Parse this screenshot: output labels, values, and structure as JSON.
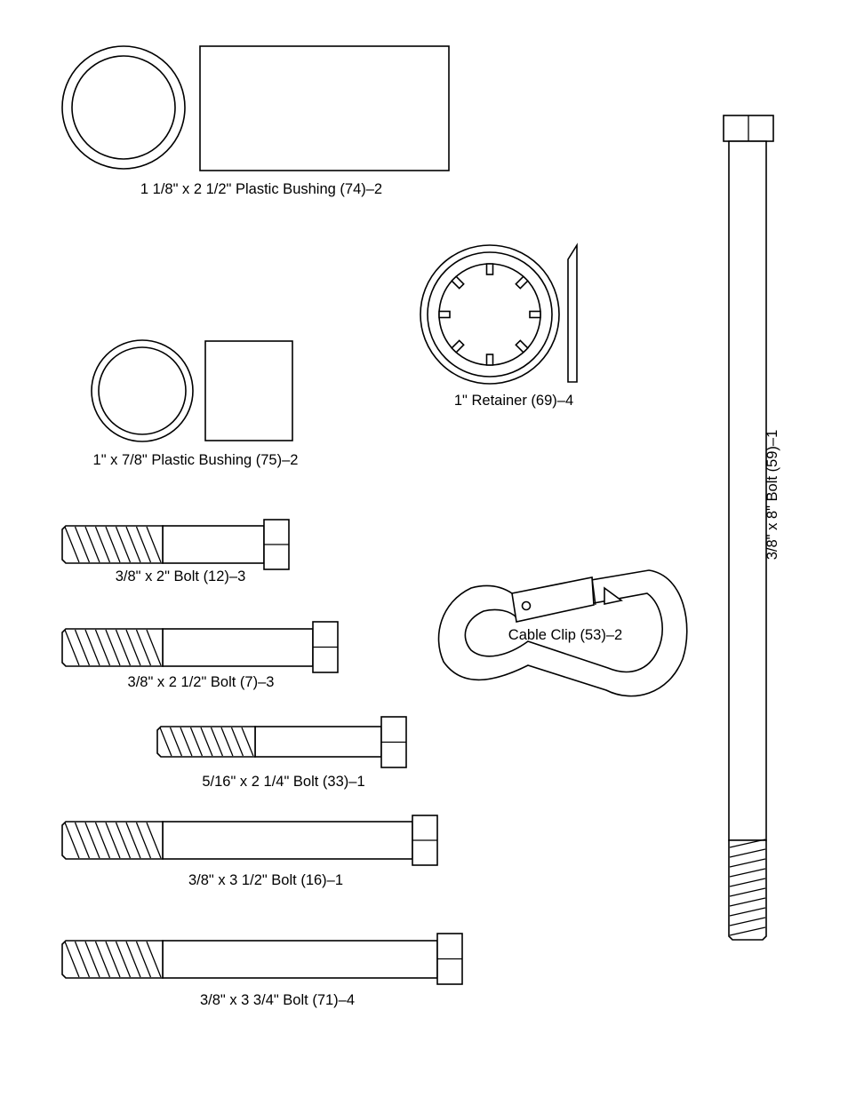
{
  "parts": {
    "bushing_74": "1 1/8\" x 2 1/2\" Plastic Bushing (74)–2",
    "retainer_69": "1\" Retainer (69)–4",
    "bushing_75": "1\" x 7/8\" Plastic Bushing (75)–2",
    "bolt_12": "3/8\" x 2\" Bolt (12)–3",
    "bolt_7": "3/8\" x 2 1/2\"  Bolt (7)–3",
    "cable_clip_53": "Cable Clip (53)–2",
    "bolt_33": "5/16\" x 2 1/4\" Bolt (33)–1",
    "bolt_16": "3/8\" x 3 1/2\" Bolt (16)–1",
    "bolt_71": "3/8\" x 3 3/4\" Bolt (71)–4",
    "bolt_59": "3/8\" x 8\" Bolt (59)–1"
  }
}
